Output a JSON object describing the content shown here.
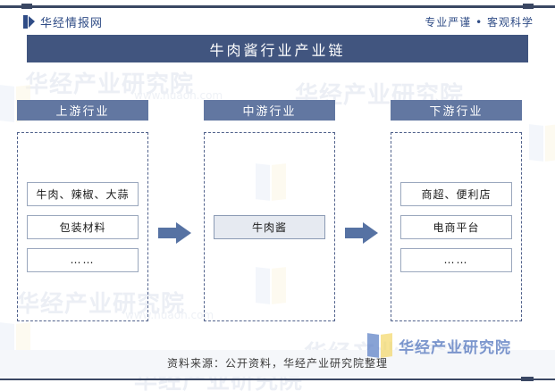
{
  "header": {
    "brand_icon": "flag-icon",
    "brand_name": "华经情报网",
    "tagline": "专业严谨 • 客观科学"
  },
  "title": {
    "text": "牛肉酱行业产业链"
  },
  "columns": [
    {
      "id": "upstream",
      "head": "上游行业",
      "nodes": [
        {
          "label": "牛肉、辣椒、大蒜",
          "filled": false
        },
        {
          "label": "包装材料",
          "filled": false
        },
        {
          "label": "……",
          "filled": false
        }
      ]
    },
    {
      "id": "midstream",
      "head": "中游行业",
      "nodes": [
        {
          "label": "牛肉酱",
          "filled": true
        }
      ]
    },
    {
      "id": "downstream",
      "head": "下游行业",
      "nodes": [
        {
          "label": "商超、便利店",
          "filled": false
        },
        {
          "label": "电商平台",
          "filled": false
        },
        {
          "label": "……",
          "filled": false
        }
      ]
    }
  ],
  "arrows": [
    {
      "id": "arrow-upstream-to-midstream",
      "direction": "right"
    },
    {
      "id": "arrow-midstream-to-downstream",
      "direction": "right"
    }
  ],
  "footer": {
    "logo_text": "华经产业研究院",
    "source": "资料来源：公开资料，华经产业研究院整理"
  },
  "watermarks": {
    "main": "华经产业研究院",
    "sub": "www.huaon.com"
  },
  "colors": {
    "accent_rule": "#3a4763",
    "title_banner": "#41557f",
    "column_head": "#6277a1",
    "arrow": "#5672a3",
    "dashed_border": "#51628c",
    "node_border": "#9aa7bd",
    "node_fill": "#e6eaf1",
    "brand_blue": "#2f4c86",
    "logo_blue": "#3a62b5",
    "logo_yellow": "#f3d55b"
  }
}
